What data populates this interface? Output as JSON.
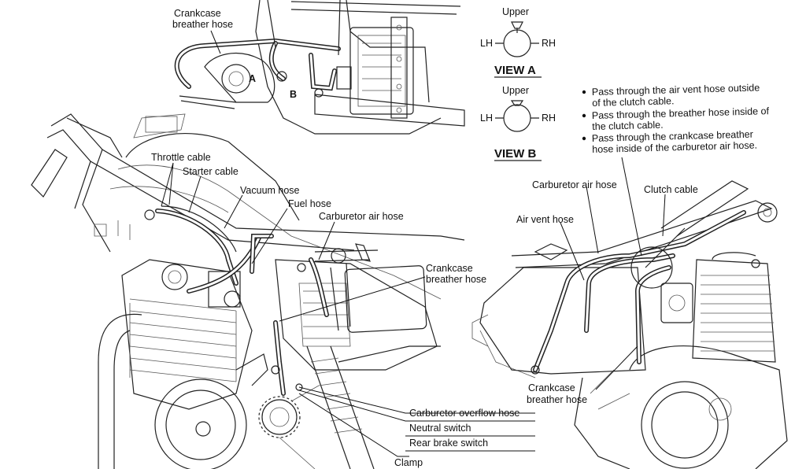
{
  "top_detail": {
    "crankcase_breather_label": [
      "Crankcase",
      "breather hose"
    ],
    "marker_a": "A",
    "marker_b": "B"
  },
  "view_a": {
    "title": "VIEW A",
    "upper": "Upper",
    "lh": "LH",
    "rh": "RH"
  },
  "view_b": {
    "title": "VIEW B",
    "upper": "Upper",
    "lh": "LH",
    "rh": "RH"
  },
  "notes": [
    [
      "Pass through the air vent hose outside",
      "of the clutch cable."
    ],
    [
      "Pass through the breather hose inside of",
      "the clutch cable."
    ],
    [
      "Pass through the crankcase breather",
      "hose inside of the carburetor air hose."
    ]
  ],
  "left_labels": {
    "throttle_cable": "Throttle cable",
    "starter_cable": "Starter cable",
    "vacuum_hose": "Vacuum hose",
    "fuel_hose": "Fuel hose",
    "carburetor_air_hose": "Carburetor air hose",
    "crankcase_breather_hose": [
      "Crankcase",
      "breather hose"
    ],
    "carburetor_overflow_hose": "Carburetor overflow hose",
    "neutral_switch": "Neutral switch",
    "rear_brake_switch": "Rear brake switch",
    "clamp": "Clamp"
  },
  "right_labels": {
    "carburetor_air_hose": "Carburetor air hose",
    "clutch_cable": "Clutch cable",
    "air_vent_hose": "Air vent hose",
    "crankcase_breather_hose": [
      "Crankcase",
      "breather hose"
    ]
  }
}
